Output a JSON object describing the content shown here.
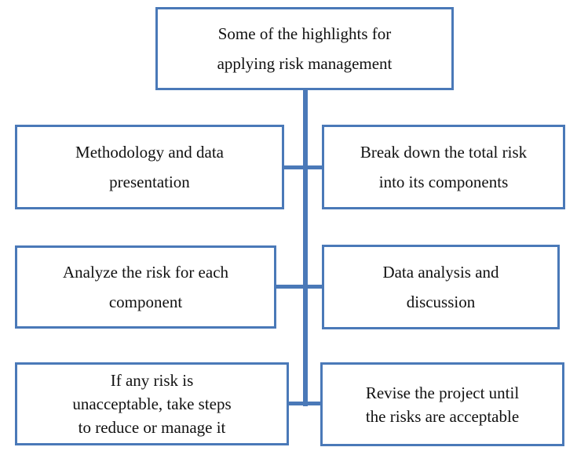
{
  "diagram": {
    "type": "flowchart",
    "accent_color": "#4a79b8",
    "text_color": "#111111",
    "background_color": "#ffffff",
    "root": {
      "lines": [
        "Some of the highlights for",
        "applying risk management"
      ]
    },
    "nodes": [
      {
        "side": "left",
        "row": 1,
        "lines": [
          "Methodology and data",
          "presentation"
        ]
      },
      {
        "side": "right",
        "row": 1,
        "lines": [
          "Break down the total risk",
          "into its components"
        ]
      },
      {
        "side": "left",
        "row": 2,
        "lines": [
          "Analyze the risk for each",
          "component"
        ]
      },
      {
        "side": "right",
        "row": 2,
        "lines": [
          "Data analysis and",
          "discussion"
        ]
      },
      {
        "side": "left",
        "row": 3,
        "lines": [
          "If any risk is",
          "unacceptable, take steps",
          "to reduce or manage it"
        ]
      },
      {
        "side": "right",
        "row": 3,
        "lines": [
          "Revise the project until",
          "the risks are acceptable"
        ]
      }
    ]
  }
}
